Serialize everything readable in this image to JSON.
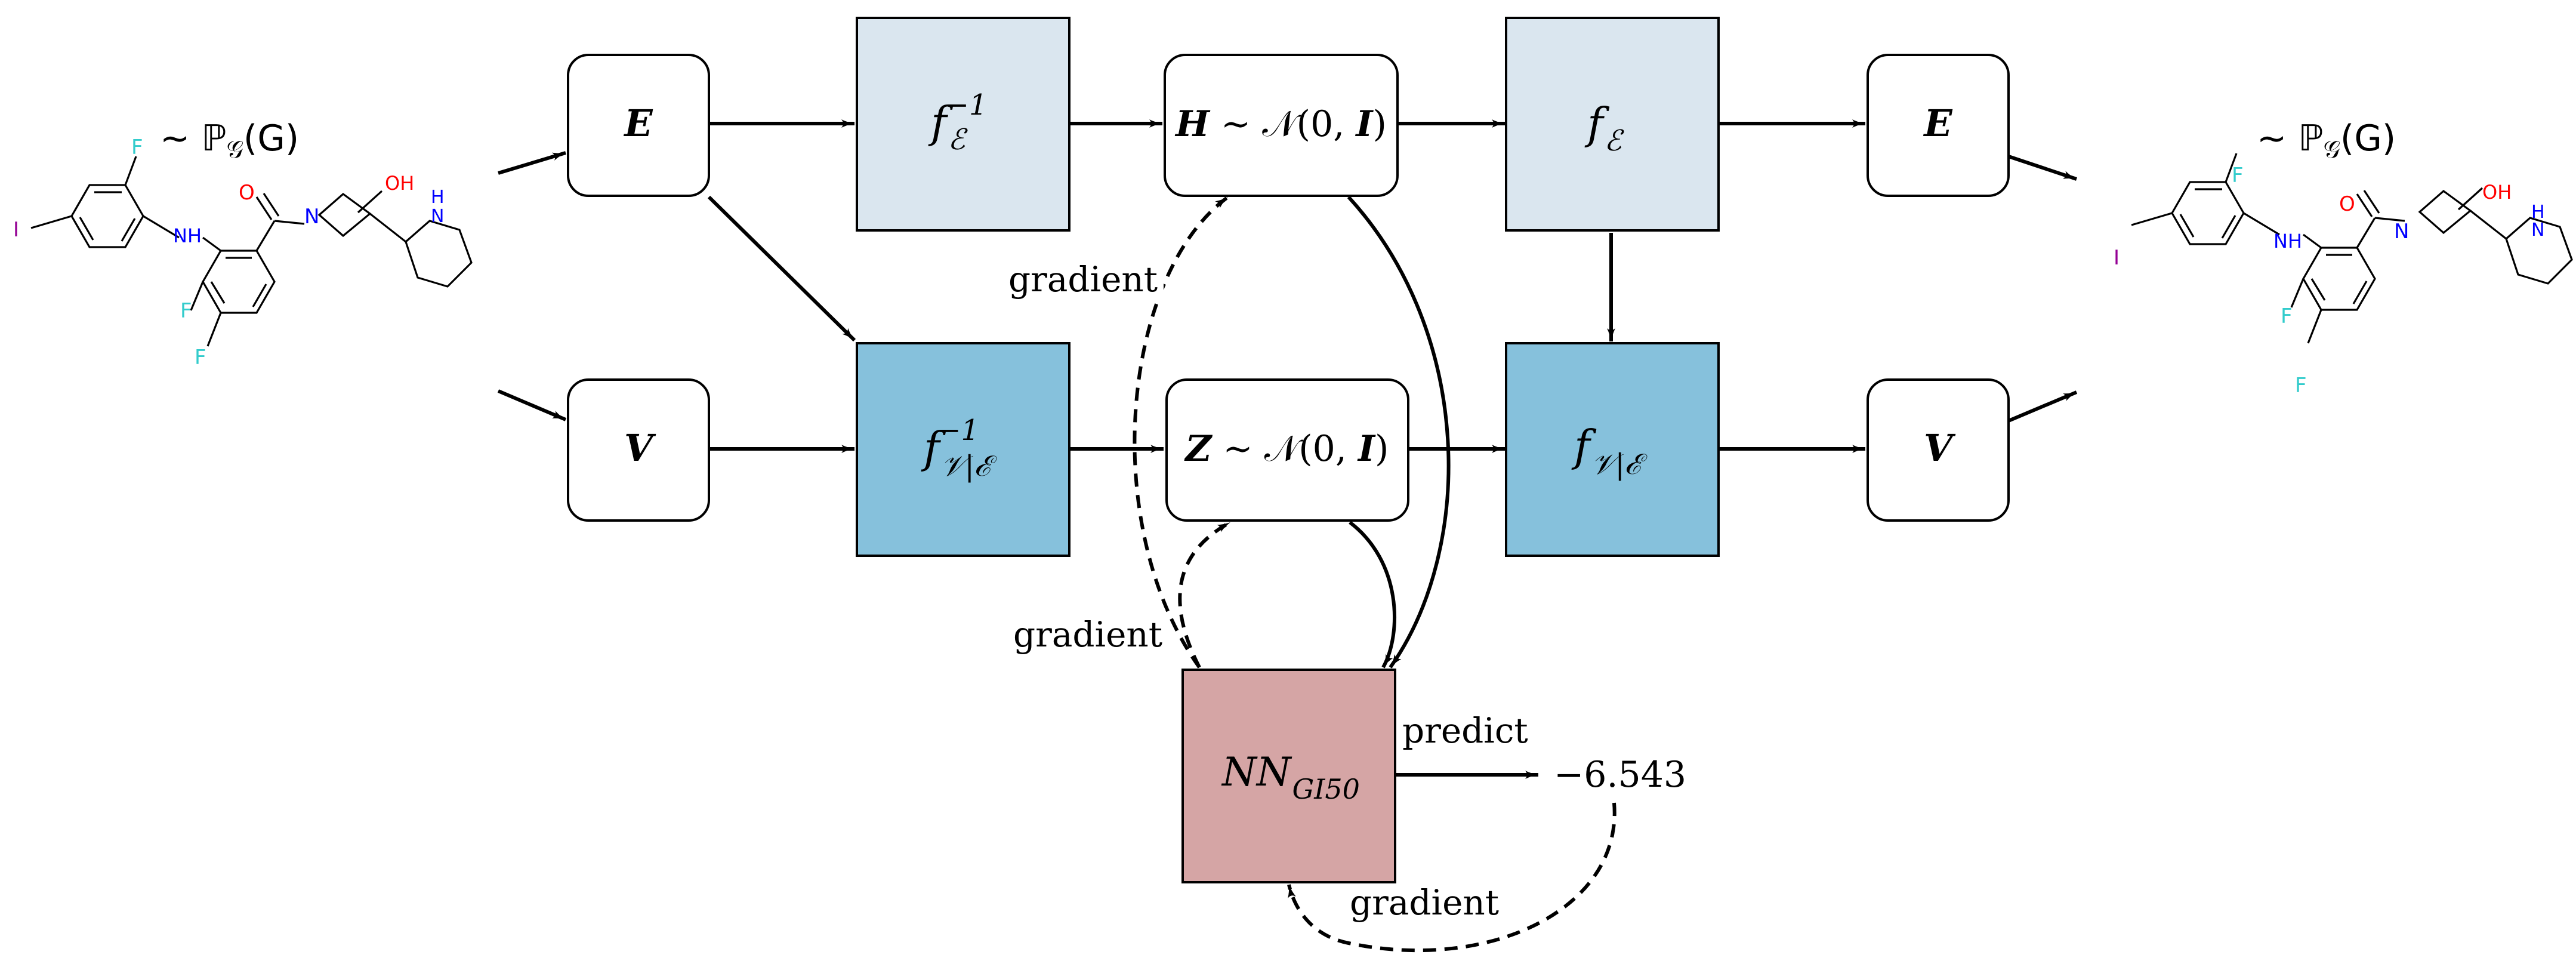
{
  "colors": {
    "light_blue": "#dae6ef",
    "mid_blue": "#86c1dc",
    "rose": "#d5a5a5",
    "ink": "#000000",
    "fluorine": "#33cccc",
    "iodine": "#940094",
    "nitrogen": "#0000ff",
    "oxygen": "#ff0000"
  },
  "molecule_labels": {
    "distribution": "∼ ℙ",
    "distribution_sub": "𝒢",
    "distribution_arg": "(G)",
    "fluorine": "F",
    "iodine": "I",
    "amine": "NH",
    "hydroxyl": "OH",
    "oxygen": "O",
    "nitrogen": "N",
    "ring_amine_n": "N",
    "ring_amine_h": "H"
  },
  "nodes": {
    "edges_in": "E",
    "vertices_in": "V",
    "f_e_inv": {
      "base": "f",
      "sub": "ℰ",
      "sup": "−1"
    },
    "f_v_inv": {
      "base": "f",
      "sub": "𝒱|ℰ",
      "sup": "−1"
    },
    "latent_h": {
      "var": "H",
      "rest": " ∼ 𝒩(0, ",
      "bold": "I",
      "close": ")"
    },
    "latent_z": {
      "var": "Z",
      "rest": " ∼ 𝒩(0, ",
      "bold": "I",
      "close": ")"
    },
    "f_e": {
      "base": "f",
      "sub": "ℰ"
    },
    "f_v": {
      "base": "f",
      "sub": "𝒱|ℰ"
    },
    "edges_out": "E",
    "vertices_out": "V",
    "predictor": {
      "base": "NN",
      "sub": "GI50"
    }
  },
  "edge_labels": {
    "gradient_top": "gradient",
    "gradient_mid": "gradient",
    "gradient_bottom": "gradient",
    "predict": "predict",
    "prediction_value": "−6.543"
  },
  "icons": [
    "molecule-structure-icon",
    "arrow-icon"
  ]
}
